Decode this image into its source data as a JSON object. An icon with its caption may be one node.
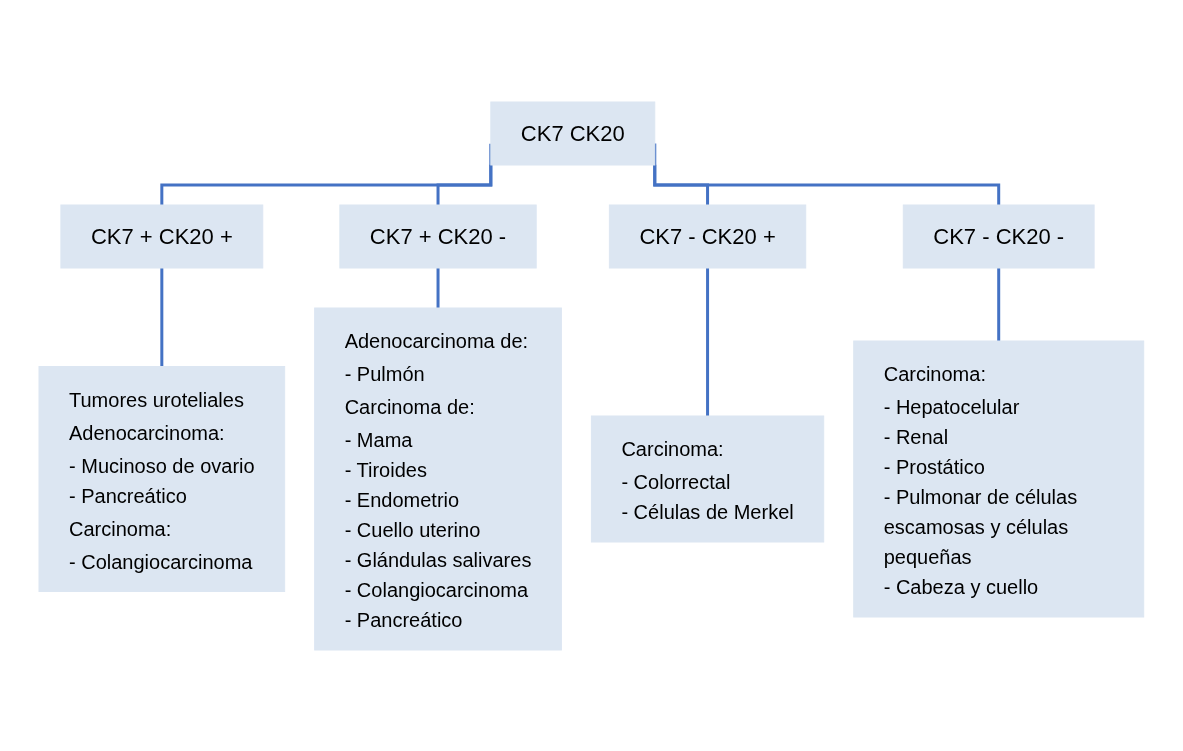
{
  "diagram": {
    "nodes": [
      {
        "text": [
          "CK7 CK20"
        ]
      },
      {
        "text": [
          "CK7 + CK20 +"
        ]
      },
      {
        "text": [
          "CK7 + CK20 -"
        ]
      },
      {
        "text": [
          "CK7 - CK20 +"
        ]
      },
      {
        "text": [
          "CK7 - CK20 -"
        ]
      },
      {
        "text": [
          "Tumores uroteliales",
          "Adenocarcinoma:",
          "- Mucinoso de ovario",
          "- Pancreático",
          "Carcinoma:",
          "- Colangiocarcinoma"
        ]
      },
      {
        "text": [
          "Adenocarcinoma de:",
          "- Pulmón",
          "Carcinoma de:",
          "- Mama",
          "- Tiroides",
          "- Endometrio",
          "- Cuello uterino",
          "- Glándulas salivares",
          "- Colangiocarcinoma",
          "- Pancreático"
        ]
      },
      {
        "text": [
          "Carcinoma:",
          "- Colorrectal",
          "- Células de Merkel"
        ]
      },
      {
        "text": [
          "Carcinoma:",
          "- Hepatocelular",
          "- Renal",
          "- Prostático",
          "- Pulmonar de células escamosas y células pequeñas",
          "- Cabeza y cuello"
        ]
      }
    ],
    "edges": [
      {
        "from": 0,
        "to": 1,
        "arrow": "none"
      },
      {
        "from": 0,
        "to": 2,
        "arrow": "none"
      },
      {
        "from": 0,
        "to": 3,
        "arrow": "none"
      },
      {
        "from": 0,
        "to": 4,
        "arrow": "none"
      },
      {
        "from": 1,
        "to": 5,
        "arrow": "none"
      },
      {
        "from": 2,
        "to": 6,
        "arrow": "none"
      },
      {
        "from": 3,
        "to": 7,
        "arrow": "none"
      },
      {
        "from": 4,
        "to": 8,
        "arrow": "none"
      }
    ]
  }
}
